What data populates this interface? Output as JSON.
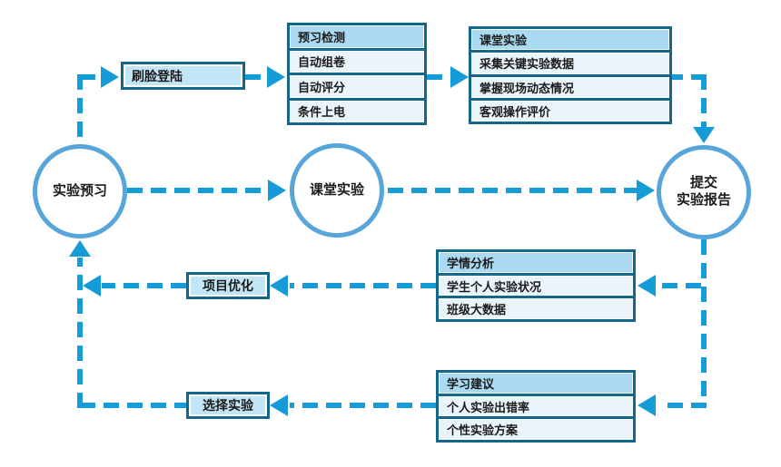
{
  "colors": {
    "arrow": "#149bd8",
    "circle_stroke": "#57a5d9",
    "box_border": "#14678a",
    "header_fill": "#a9daf2",
    "row_fill": "#eaf4fb",
    "tag_fill": "#c2e6f6",
    "text": "#1a1a1a",
    "background": "#ffffff"
  },
  "nodes": {
    "preview": {
      "label": "实验预习"
    },
    "class_lab": {
      "label": "课堂实验"
    },
    "report": {
      "line1": "提交",
      "line2": "实验报告"
    }
  },
  "boxes": {
    "face_login": {
      "label": "刷脸登陆"
    },
    "project_optimize": {
      "label": "项目优化"
    },
    "select_experiment": {
      "label": "选择实验"
    }
  },
  "groups": {
    "preview_check": {
      "header": "预习检测",
      "items": [
        "自动组卷",
        "自动评分",
        "条件上电"
      ]
    },
    "class_experiment": {
      "header": "课堂实验",
      "items": [
        "采集关键实验数据",
        "掌握现场动态情况",
        "客观操作评价"
      ]
    },
    "learning_analysis": {
      "header": "学情分析",
      "items": [
        "学生个人实验状况",
        "班级大数据"
      ]
    },
    "learning_advice": {
      "header": "学习建议",
      "items": [
        "个人实验出错率",
        "个性实验方案"
      ]
    }
  }
}
